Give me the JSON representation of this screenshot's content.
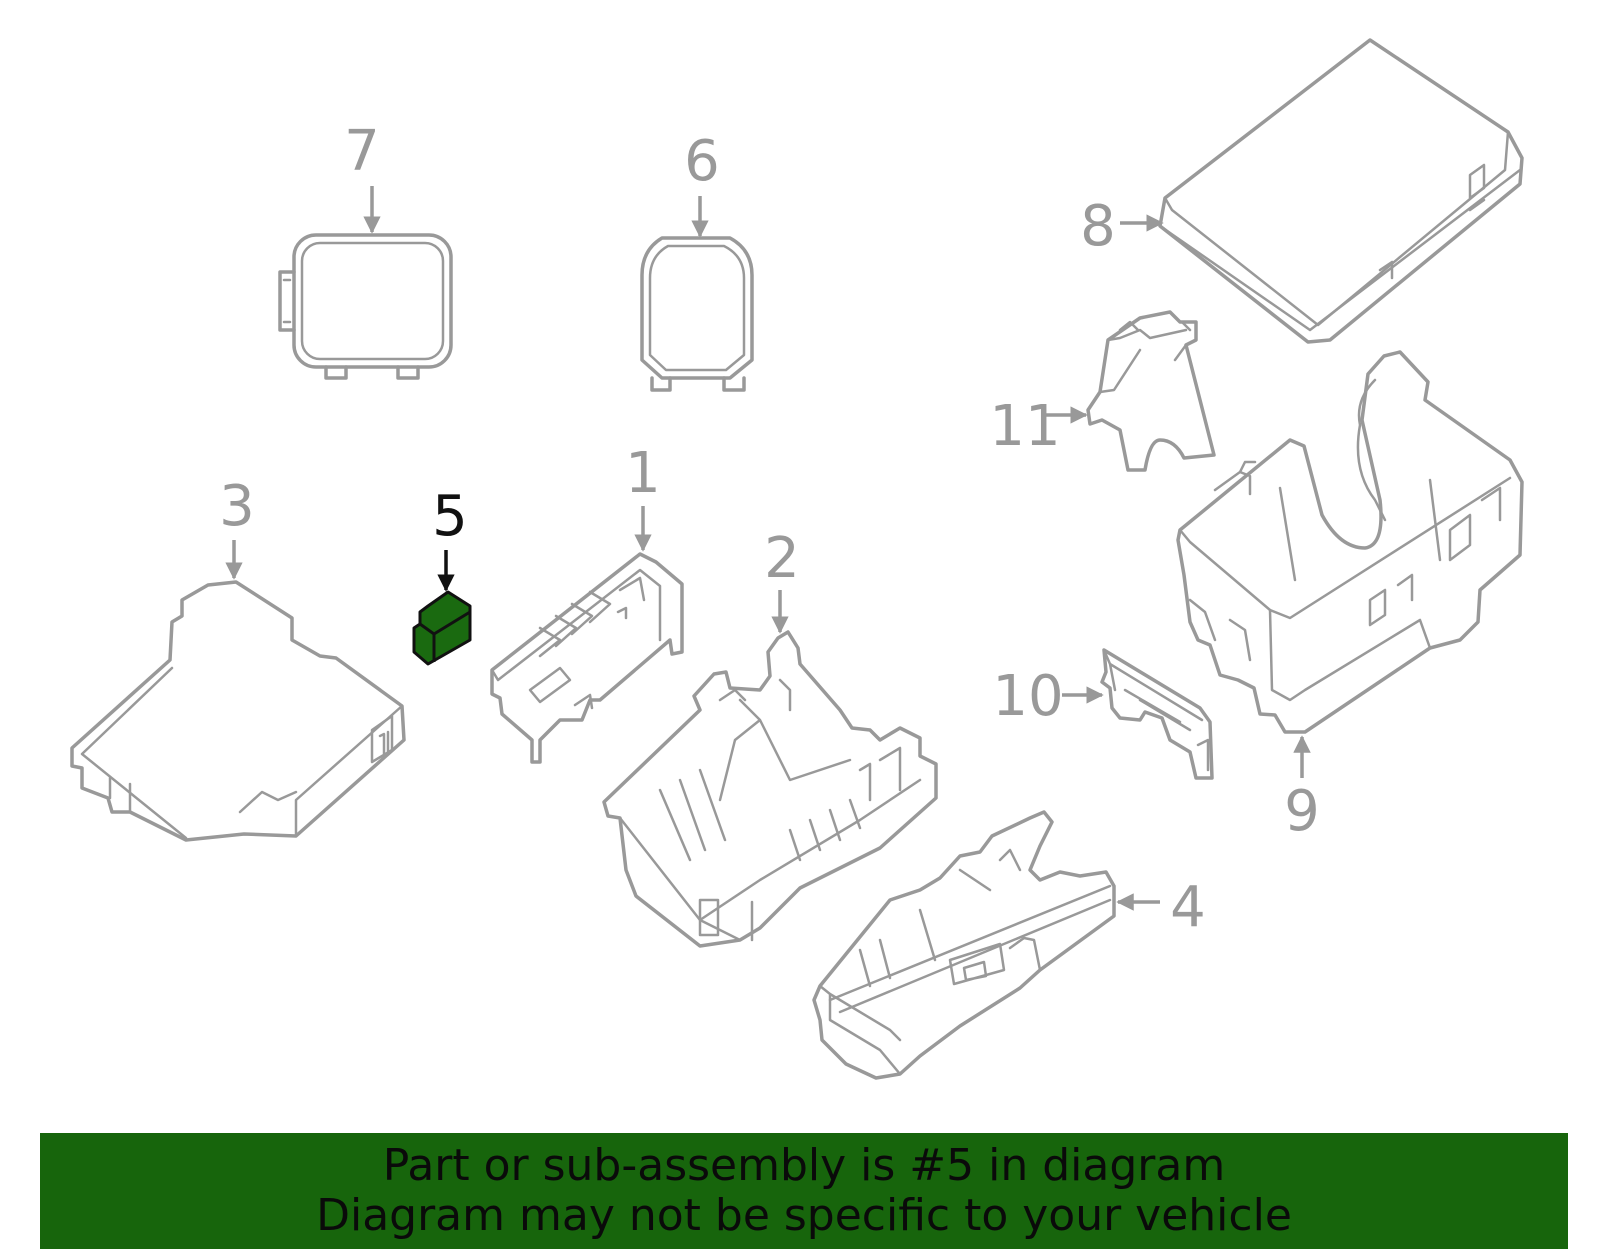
{
  "diagram": {
    "highlight_color": "#17650c",
    "highlighted_part": "5",
    "callouts": {
      "p1": "1",
      "p2": "2",
      "p3": "3",
      "p4": "4",
      "p5": "5",
      "p6": "6",
      "p7": "7",
      "p8": "8",
      "p9": "9",
      "p10": "10",
      "p11": "11"
    }
  },
  "footer": {
    "line1": "Part or sub-assembly is #5 in diagram",
    "line2": "Diagram may not be specific to your vehicle"
  }
}
